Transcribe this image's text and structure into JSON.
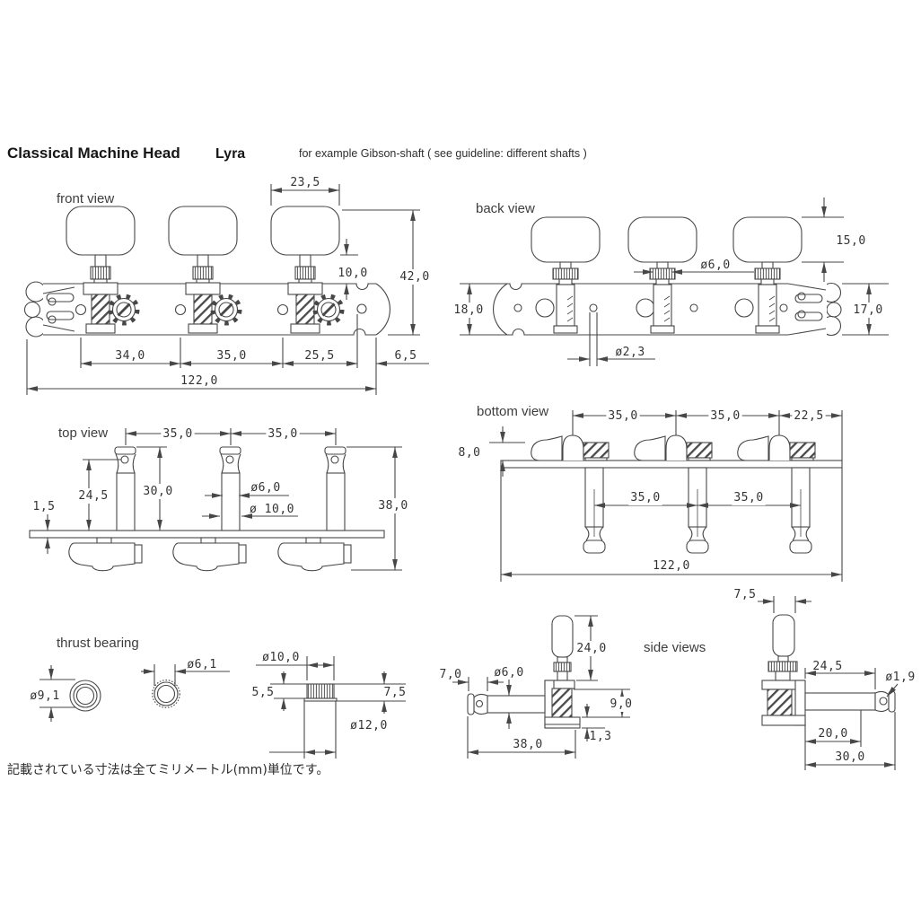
{
  "header": {
    "title": "Classical Machine Head",
    "model": "Lyra",
    "note": "for example Gibson-shaft ( see guideline: different shafts )"
  },
  "footer": {
    "units_note": "記載されている寸法は全てミリメートル(mm)単位です。"
  },
  "views": {
    "front": {
      "label": "front view",
      "dims": {
        "button_width": "23,5",
        "overall_height": "42,0",
        "button_gap": "10,0",
        "pitch_1": "34,0",
        "pitch_2": "35,0",
        "pitch_3": "25,5",
        "edge_offset": "6,5",
        "overall_length": "122,0"
      }
    },
    "back": {
      "label": "back view",
      "dims": {
        "button_height": "15,0",
        "post_dia": "ø6,0",
        "plate_width_left": "18,0",
        "plate_width_right": "17,0",
        "screw_hole_dia": "ø2,3"
      }
    },
    "top": {
      "label": "top view",
      "dims": {
        "pitch_1": "35,0",
        "pitch_2": "35,0",
        "hole_height": "24,5",
        "post_height": "30,0",
        "plate_thickness": "1,5",
        "post_dia": "ø6,0",
        "cap_dia": "ø 10,0",
        "overall_height": "38,0"
      }
    },
    "bottom": {
      "label": "bottom view",
      "dims": {
        "pitch_1": "35,0",
        "pitch_2": "35,0",
        "edge_offset": "22,5",
        "worm_height": "8,0",
        "post_pitch_1": "35,0",
        "post_pitch_2": "35,0",
        "overall_length": "122,0"
      }
    },
    "thrust_bearing": {
      "label": "thrust bearing",
      "dims": {
        "washer_dia": "ø9,1",
        "bore_dia": "ø6,1",
        "knurl_dia": "ø10,0",
        "knurl_height": "5,5",
        "total_height": "7,5",
        "flange_dia": "ø12,0"
      }
    },
    "side": {
      "label": "side views",
      "left": {
        "tip_length": "7,0",
        "post_dia": "ø6,0",
        "button_height": "24,0",
        "worm_depth": "9,0",
        "plate_thickness": "1,3",
        "total_length": "38,0"
      },
      "right": {
        "button_thickness": "7,5",
        "hole_distance": "24,5",
        "string_hole_dia": "ø1,9",
        "hole_offset": "20,0",
        "post_length": "30,0"
      }
    }
  }
}
